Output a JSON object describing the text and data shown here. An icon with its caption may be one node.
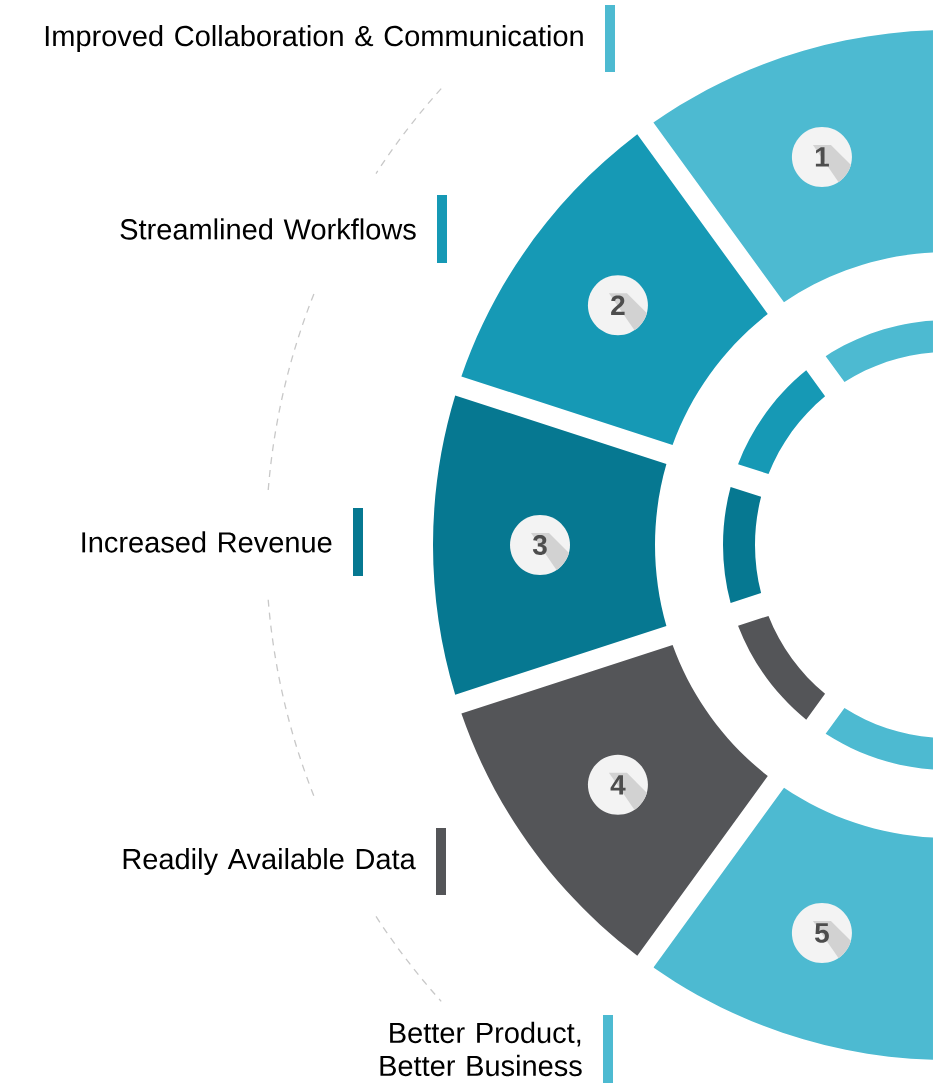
{
  "diagram": {
    "nodes": [
      {
        "text": [
          "1"
        ]
      },
      {
        "text": [
          "2"
        ]
      },
      {
        "text": [
          "3"
        ]
      },
      {
        "text": [
          "4"
        ]
      },
      {
        "text": [
          "5"
        ]
      }
    ],
    "labels": [
      "Improved Collaboration & Communication",
      "Streamlined Workflows",
      "Increased Revenue",
      "Readily Available Data",
      "Better Product, Better Business"
    ]
  }
}
